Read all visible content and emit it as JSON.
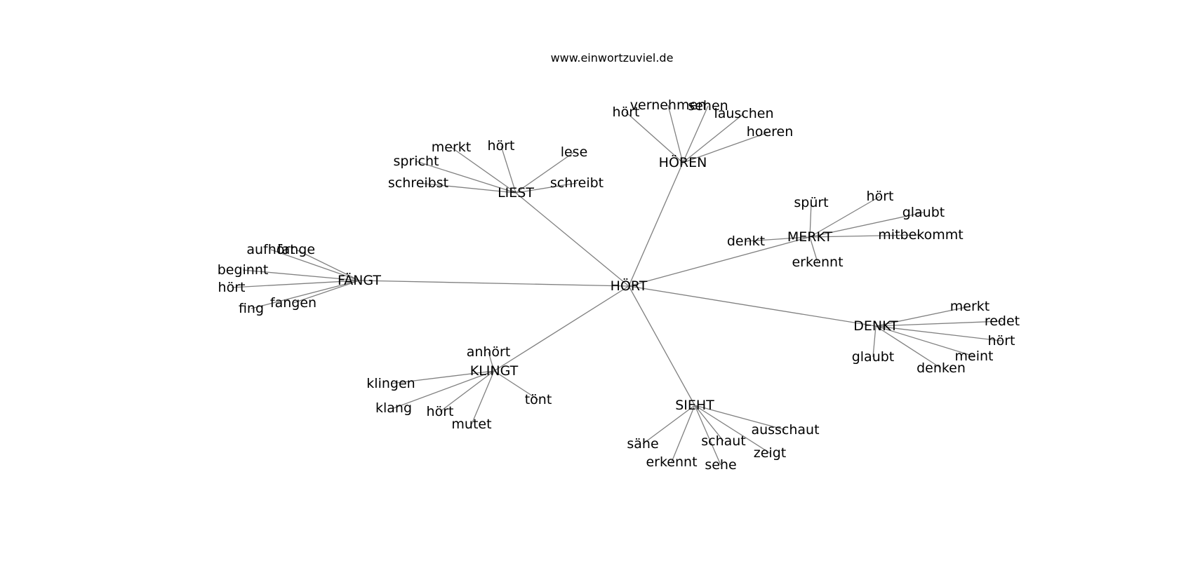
{
  "title": "www.einwortzuviel.de",
  "edge_color": "#808080",
  "text_color": "#000000",
  "background": "#ffffff",
  "graph": {
    "root": "HÖRT",
    "clusters": [
      {
        "id": "fangt",
        "label": "FÄNGT",
        "leaves": [
          "aufhört",
          "fange",
          "beginnt",
          "hört",
          "fing",
          "fangen"
        ]
      },
      {
        "id": "liest",
        "label": "LIEST",
        "leaves": [
          "merkt",
          "hört",
          "spricht",
          "lese",
          "schreibst",
          "schreibt"
        ]
      },
      {
        "id": "horen",
        "label": "HÖREN",
        "leaves": [
          "hört",
          "vernehmen",
          "sehen",
          "lauschen",
          "hoeren"
        ]
      },
      {
        "id": "merkt",
        "label": "MERKT",
        "leaves": [
          "spürt",
          "hört",
          "glaubt",
          "mitbekommt",
          "denkt",
          "erkennt"
        ]
      },
      {
        "id": "denkt",
        "label": "DENKT",
        "leaves": [
          "merkt",
          "redet",
          "hört",
          "meint",
          "glaubt",
          "denken"
        ]
      },
      {
        "id": "sieht",
        "label": "SIEHT",
        "leaves": [
          "ausschaut",
          "sähe",
          "schaut",
          "zeigt",
          "erkennt",
          "sehe"
        ]
      },
      {
        "id": "klingt",
        "label": "KLINGT",
        "leaves": [
          "anhört",
          "klingen",
          "klang",
          "hört",
          "mutet",
          "tönt"
        ]
      }
    ]
  }
}
